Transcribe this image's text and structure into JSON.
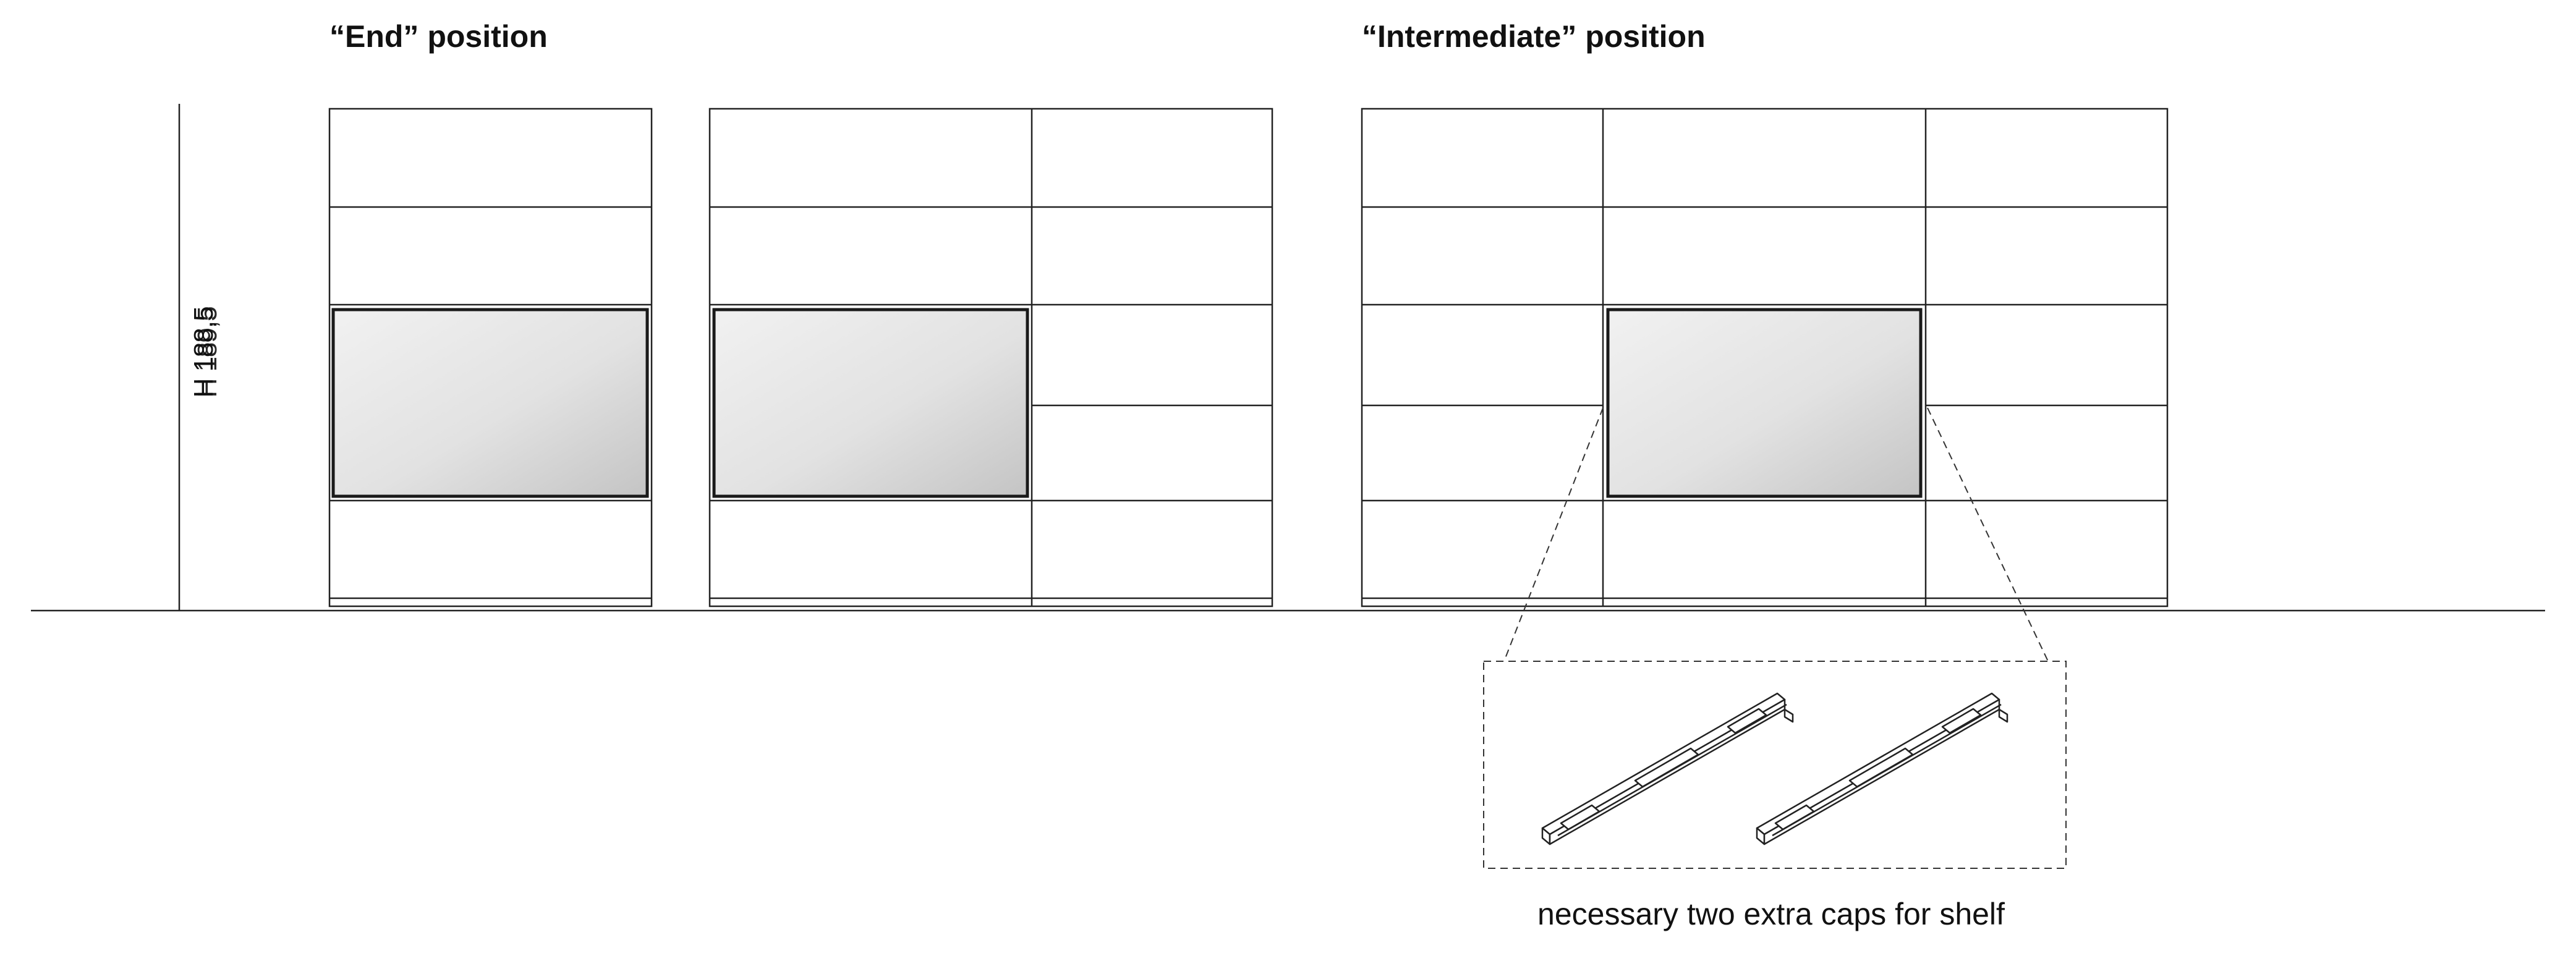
{
  "headings": {
    "end_position": "“End” position",
    "intermediate_position": "“Intermediate” position"
  },
  "dimension": {
    "label_a": "H 188,5",
    "label_b": "H 189,5"
  },
  "detail": {
    "caption": "necessary two extra caps for shelf"
  },
  "colors": {
    "line": "#222222",
    "panel_light": "#f1f1f1",
    "panel_dark": "#c4c4c4"
  }
}
